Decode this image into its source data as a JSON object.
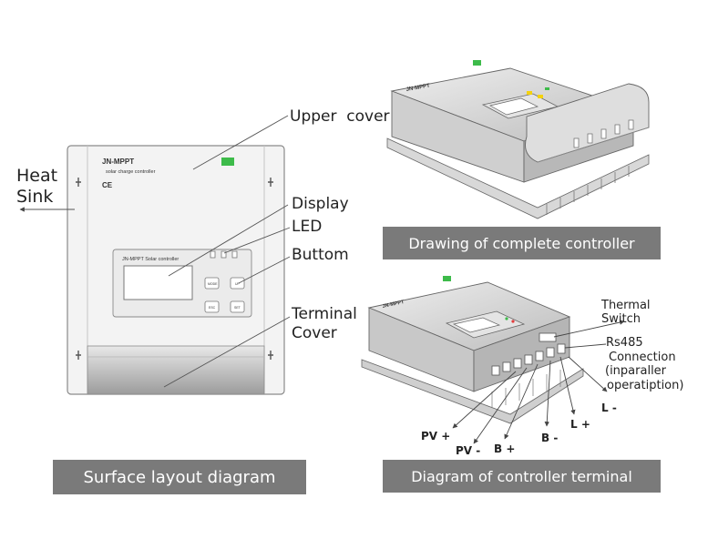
{
  "front": {
    "model": "JN-MPPT",
    "subtitle": "solar charge controller",
    "ce": "CE",
    "display_title": "JN-MPPT Solar controller",
    "buttons": [
      "MODE",
      "UP",
      "ESC",
      "SET"
    ]
  },
  "labels": {
    "heat_sink_1": "Heat",
    "heat_sink_2": "Sink",
    "upper_cover": "Upper  cover",
    "display": "Display",
    "led": "LED",
    "buttom": "Buttom",
    "terminal_1": "Terminal",
    "terminal_2": "Cover"
  },
  "terminal_labels": {
    "thermal_1": "Thermal",
    "thermal_2": "Switch",
    "rs485_1": "Rs485",
    "rs485_2": "Connection",
    "rs485_3": "(inparaller",
    "rs485_4": "operatiption)",
    "pv_plus": "PV +",
    "pv_minus": "PV -",
    "b_plus": "B +",
    "b_minus": "B -",
    "l_plus": "L +",
    "l_minus": "L -"
  },
  "captions": {
    "complete": "Drawing of complete controller",
    "surface": "Surface layout diagram",
    "terminal": "Diagram of controller terminal"
  }
}
